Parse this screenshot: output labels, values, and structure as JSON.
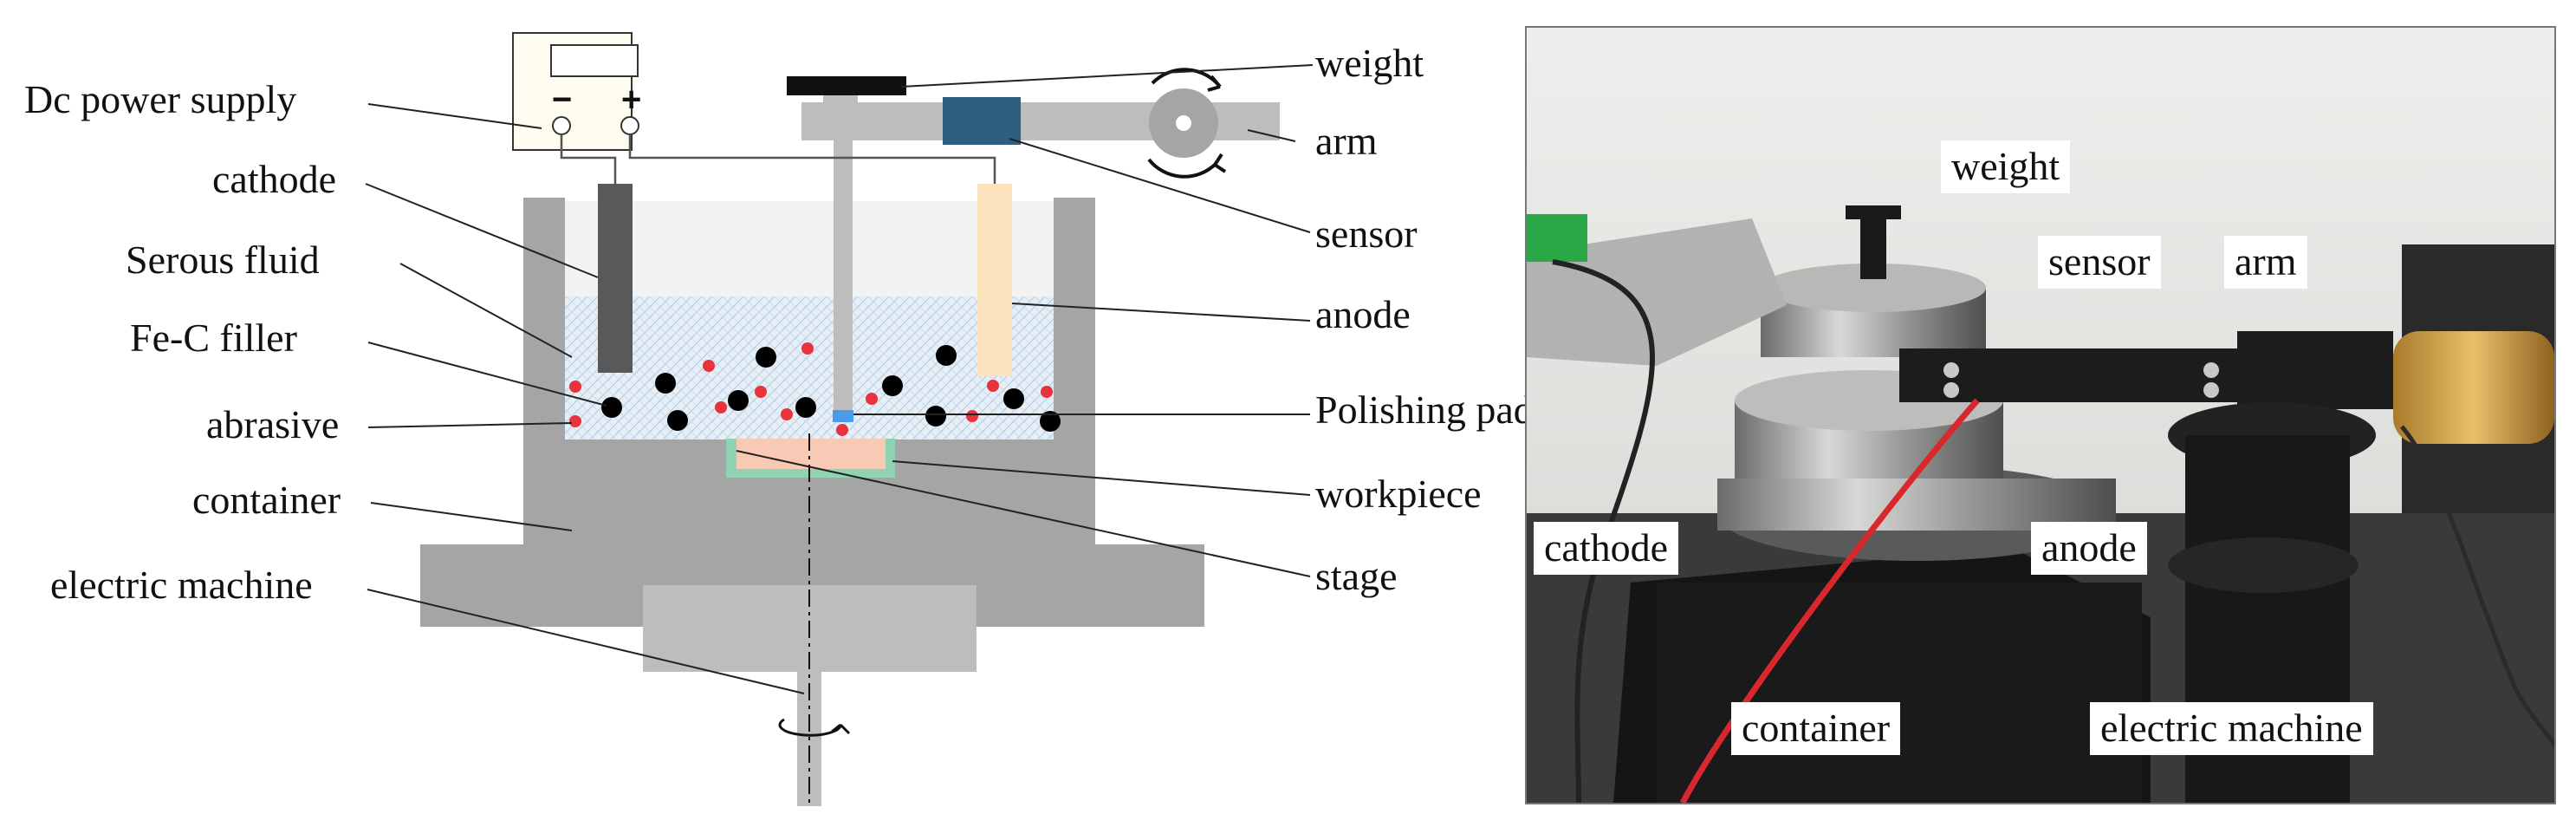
{
  "schematic": {
    "labels": {
      "dc_power_supply": "Dc power supply",
      "cathode": "cathode",
      "serous_fluid": "Serous fluid",
      "fe_c_filler": "Fe-C filler",
      "abrasive": "abrasive",
      "container": "container",
      "electric_machine": "electric machine",
      "weight": "weight",
      "arm": "arm",
      "sensor": "sensor",
      "anode": "anode",
      "polishing_pad": "Polishing pad",
      "workpiece": "workpiece",
      "stage": "stage"
    },
    "power_symbols": {
      "minus": "−",
      "plus": "+"
    },
    "colors": {
      "container": "#a5a5a5",
      "motor_housing": "#bdbdbd",
      "fluid": "#dfe9f3",
      "cathode": "#595959",
      "anode": "#fde3bd",
      "sensor": "#2f5f7e",
      "filler_particle": "#000000",
      "abrasive_particle": "#e8323c",
      "workpiece": "#f8c9b4",
      "stage": "#8fd3b4",
      "polishing_pad": "#4a9be8"
    }
  },
  "photo": {
    "labels": {
      "weight": "weight",
      "sensor": "sensor",
      "arm": "arm",
      "cathode": "cathode",
      "anode": "anode",
      "container": "container",
      "electric_machine": "electric machine"
    }
  }
}
